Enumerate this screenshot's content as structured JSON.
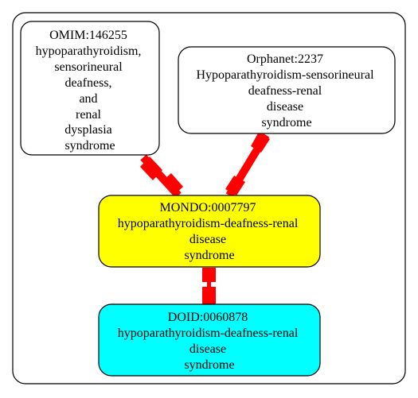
{
  "nodes": {
    "omim": {
      "lines": [
        "OMIM:146255",
        "hypoparathyroidism,",
        "sensorineural",
        "deafness,",
        "and",
        "renal",
        "dysplasia",
        "syndrome"
      ],
      "fill": "#ffffff"
    },
    "orphanet": {
      "lines": [
        "Orphanet:2237",
        "Hypoparathyroidism-sensorineural",
        "deafness-renal",
        "disease",
        "syndrome"
      ],
      "fill": "#ffffff"
    },
    "mondo": {
      "lines": [
        "MONDO:0007797",
        "hypoparathyroidism-deafness-renal",
        "disease",
        "syndrome"
      ],
      "fill": "#ffff00"
    },
    "doid": {
      "lines": [
        "DOID:0060878",
        "hypoparathyroidism-deafness-renal",
        "disease",
        "syndrome"
      ],
      "fill": "#00ffff"
    }
  },
  "edges": [
    {
      "from": "omim",
      "to": "mondo",
      "color": "#ff0000"
    },
    {
      "from": "orphanet",
      "to": "mondo",
      "color": "#ff0000"
    },
    {
      "from": "mondo",
      "to": "doid",
      "color": "#ff0000"
    }
  ],
  "colors": {
    "outline": "#000000",
    "edge": "#ff0000",
    "background": "#ffffff"
  }
}
